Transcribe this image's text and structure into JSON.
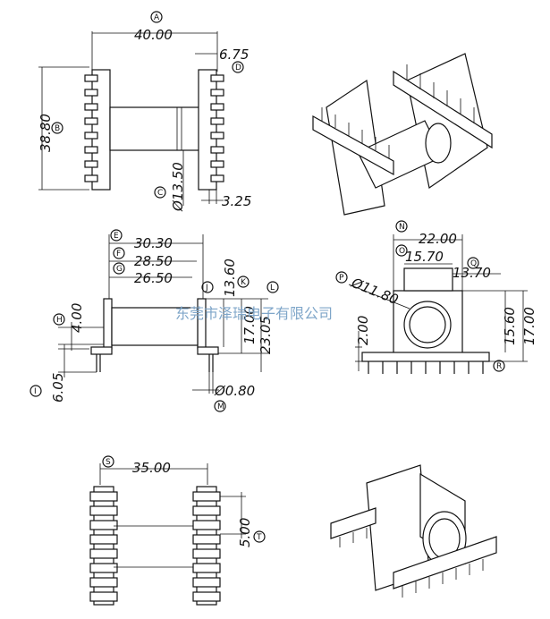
{
  "top_view": {
    "dims": {
      "width": "40.00",
      "height": "38.80",
      "diameter": "Ø13.50",
      "pin_offset": "6.75",
      "pin_width": "3.25"
    },
    "labels": {
      "a": "A",
      "b": "B",
      "c": "C",
      "d": "D"
    }
  },
  "front_view": {
    "dims": {
      "e": "30.30",
      "f": "28.50",
      "g": "26.50",
      "k": "13.60",
      "j": "17.00",
      "l": "23.05",
      "h": "4.00",
      "i": "6.05",
      "m": "Ø0.80"
    },
    "labels": {
      "e": "E",
      "f": "F",
      "g": "G",
      "h": "H",
      "i": "I",
      "j": "J",
      "k": "K",
      "l": "L",
      "m": "M"
    }
  },
  "side_view": {
    "dims": {
      "n": "22.00",
      "o": "15.70",
      "q": "13.70",
      "p": "Ø11.80",
      "base": "2.00",
      "inner_h": "15.60",
      "total_h": "17.00"
    },
    "labels": {
      "n": "N",
      "o": "O",
      "p": "P",
      "q": "Q",
      "r": "R"
    }
  },
  "bottom_view": {
    "dims": {
      "s": "35.00",
      "t": "5.00"
    },
    "labels": {
      "s": "S",
      "t": "T"
    }
  },
  "watermark": "东莞市泽瑞电子有限公司"
}
